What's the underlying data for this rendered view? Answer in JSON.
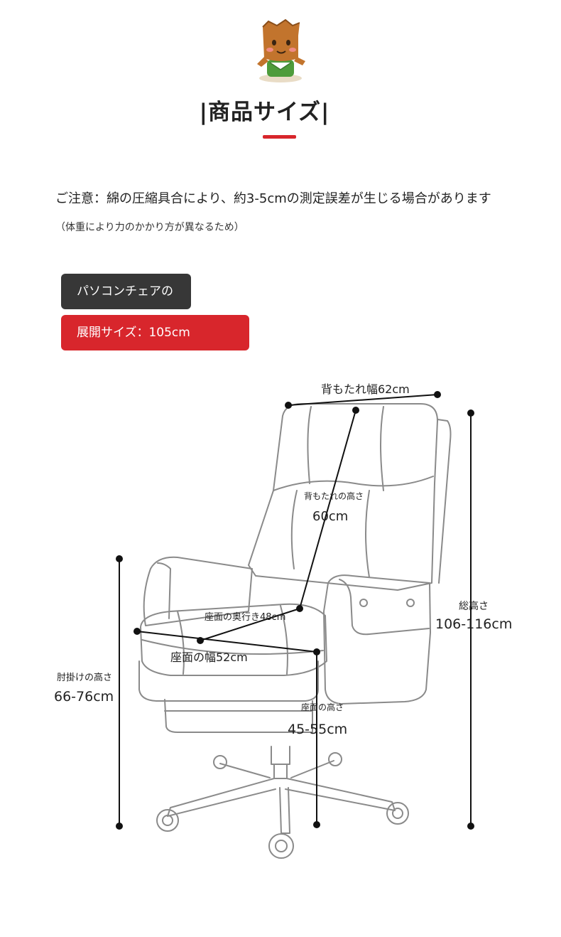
{
  "header": {
    "title": "|商品サイズ|"
  },
  "notes": {
    "caution": "ご注意：綿の圧縮具合により、約3-5cmの測定誤差が生じる場合があります",
    "sub": "（体重により力のかかり方が異なるため）"
  },
  "tags": {
    "dark": "パソコンチェアの",
    "red": "展開サイズ：105cm"
  },
  "colors": {
    "accent_red": "#d8262c",
    "dark_tag": "#373737"
  },
  "dimensions": {
    "back_width": "背もたれ幅62cm",
    "back_height_label": "背もたれの高さ",
    "back_height_value": "60cm",
    "seat_depth": "座面の奥行き48cm",
    "seat_width": "座面の幅52cm",
    "armrest_label": "肘掛けの高さ",
    "armrest_value": "66-76cm",
    "seat_height_label": "座面の高さ",
    "seat_height_value": "45-55cm",
    "total_label": "総高さ",
    "total_value": "106-116cm"
  }
}
